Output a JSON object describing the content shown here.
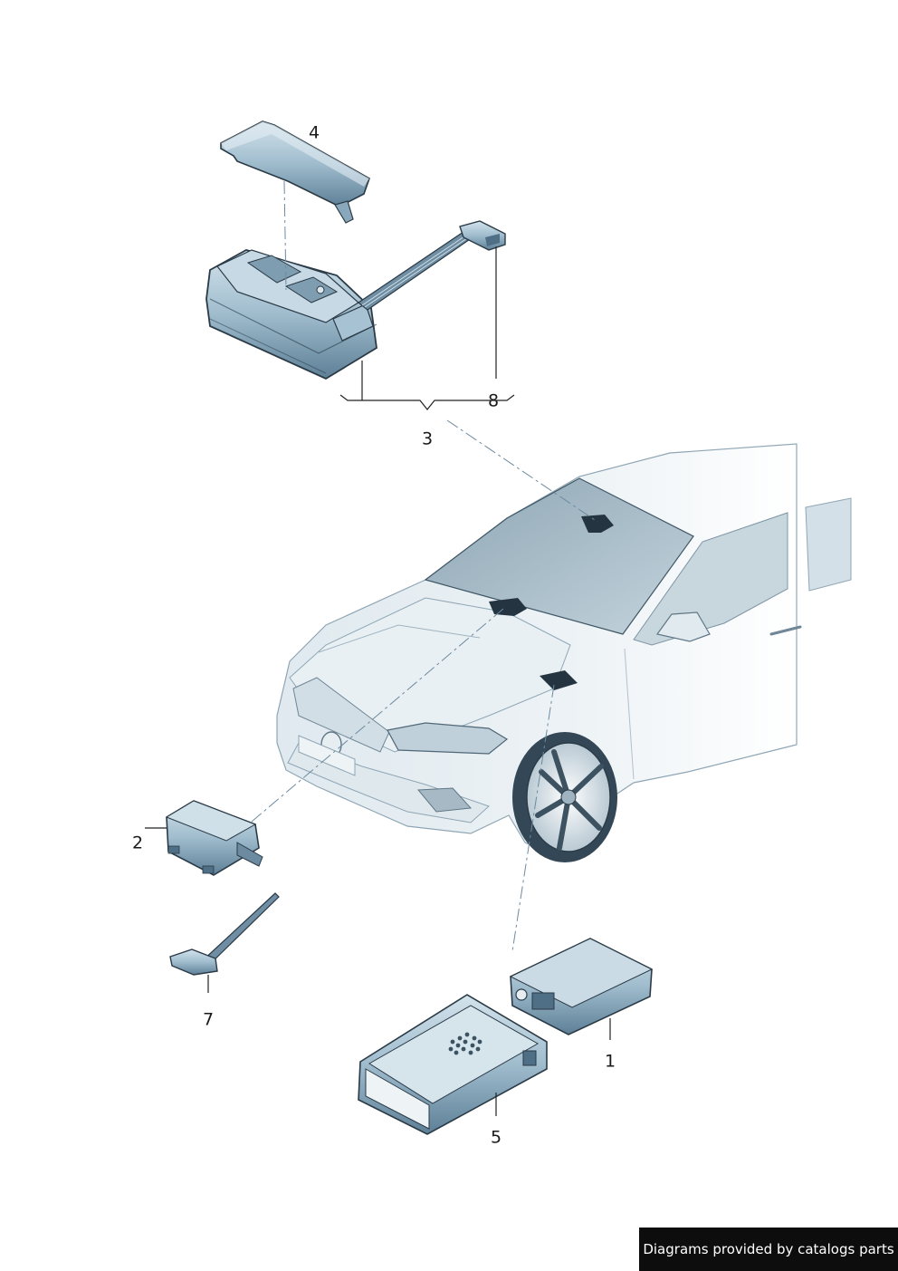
{
  "callouts": {
    "c1": "1",
    "c2": "2",
    "c3": "3",
    "c4": "4",
    "c5": "5",
    "c7": "7",
    "c8": "8"
  },
  "credit_text": "Diagrams provided by catalogs parts",
  "colors": {
    "part_fill": "#b8cfdd",
    "part_dark": "#4e6f86",
    "part_outline": "#2a3a46",
    "car_body": "#e6eef2",
    "car_shade": "#c9d8e1",
    "glass": "#a9bcc7",
    "leader": "#222222",
    "centerline": "#6d8aa0"
  }
}
